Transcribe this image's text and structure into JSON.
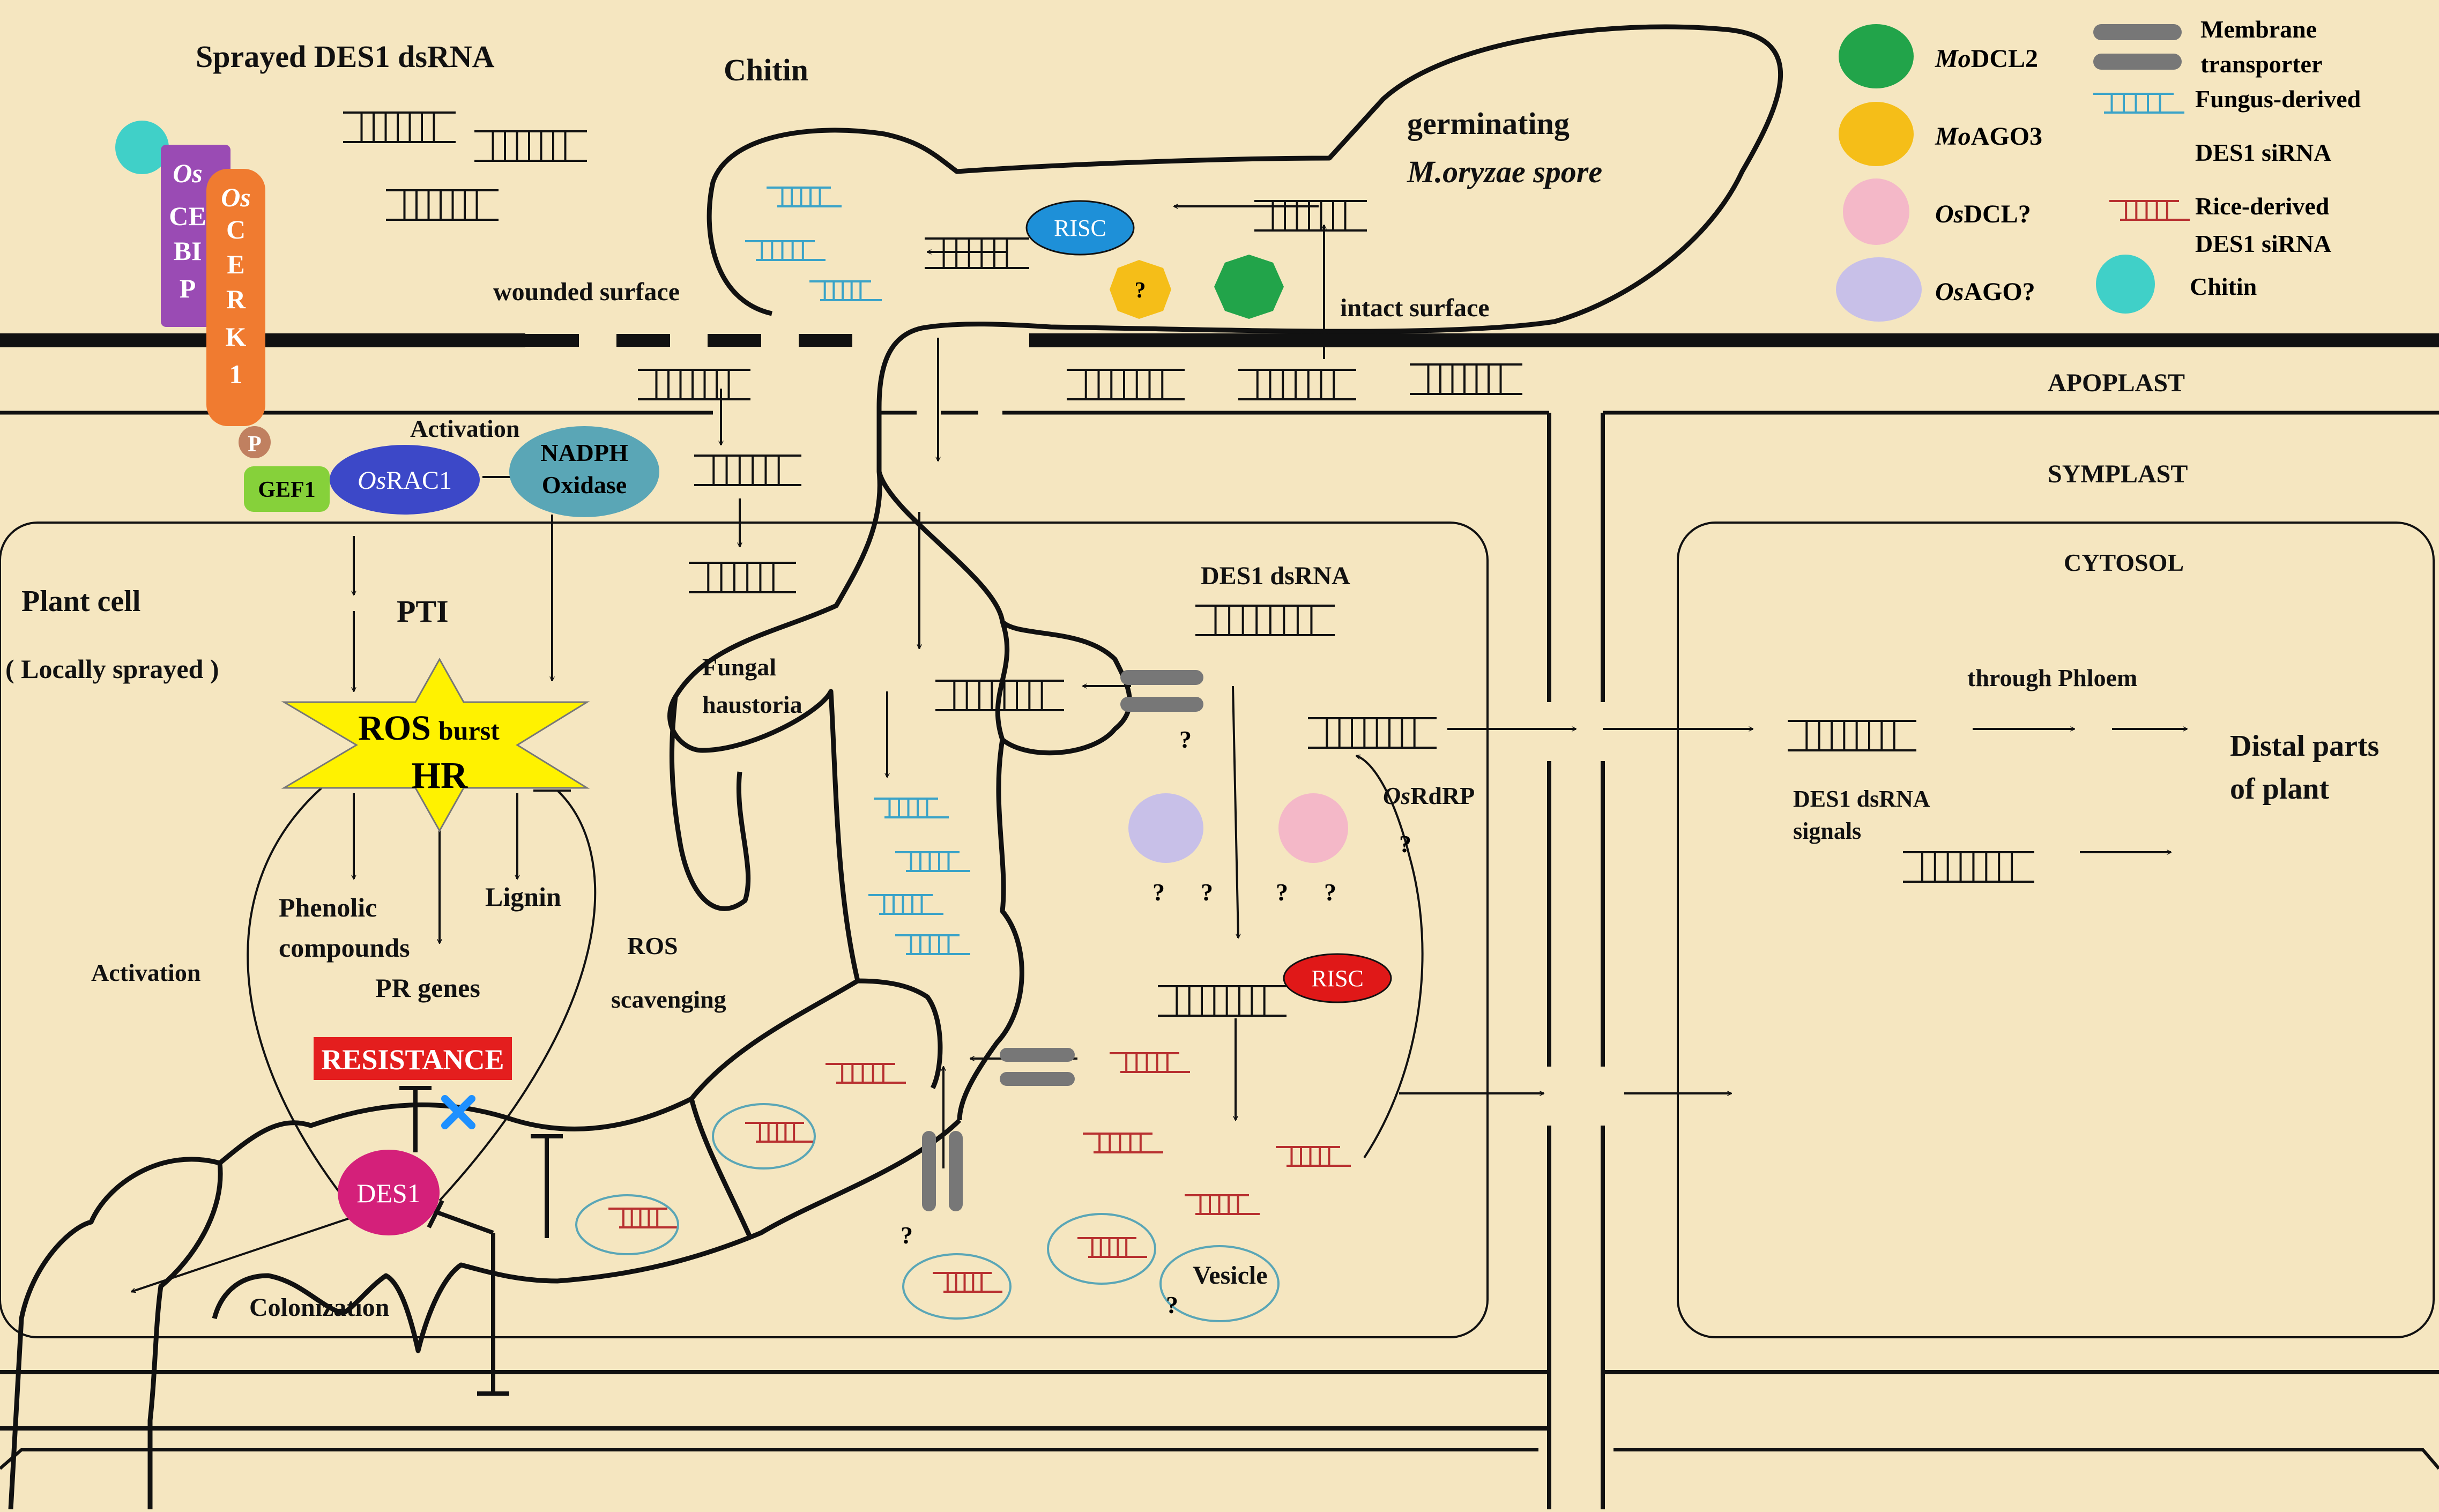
{
  "labels": {
    "sprayed": "Sprayed DES1 dsRNA",
    "chitin": "Chitin",
    "germinating": "germinating",
    "spore": "M.oryzae spore",
    "wounded": "wounded surface",
    "intact": "intact surface",
    "apoplast": "APOPLAST",
    "symplast": "SYMPLAST",
    "cytosol": "CYTOSOL",
    "plant_cell": "Plant cell",
    "locally": "( Locally sprayed )",
    "pti": "PTI",
    "ros_burst_1": "ROS",
    "ros_burst_2": "burst",
    "hr": "HR",
    "phenolic": "Phenolic",
    "compounds": "compounds",
    "pr_genes": "PR genes",
    "lignin": "Lignin",
    "activation_left": "Activation",
    "activation_top": "Activation",
    "ros_scav_1": "ROS",
    "ros_scav_2": "scavenging",
    "resistance": "RESISTANCE",
    "des1": "DES1",
    "colonization": "Colonization",
    "fungal_1": "Fungal",
    "fungal_2": "haustoria",
    "des1_dsrna": "DES1 dsRNA",
    "osrdrp_a": "Os",
    "osrdrp_b": "RdRP",
    "through_phloem": "through Phloem",
    "distal_1": "Distal parts",
    "distal_2": "of plant",
    "signals_1": "DES1 dsRNA",
    "signals_2": "signals",
    "vesicle": "Vesicle",
    "gef1": "GEF1",
    "osrac1_a": "Os",
    "osrac1_b": "RAC1",
    "nadph_1": "NADPH",
    "nadph_2": "Oxidase",
    "risc": "RISC",
    "p": "P",
    "q": "?"
  },
  "receptors": {
    "cebip_letters": [
      "Os",
      "CE",
      "BI",
      "P"
    ],
    "cerk1_letters": [
      "Os",
      "C",
      "E",
      "R",
      "K",
      "1"
    ]
  },
  "legend": {
    "items": [
      {
        "italic": "Mo",
        "text": "DCL2"
      },
      {
        "italic": "Mo",
        "text": "AGO3"
      },
      {
        "italic": "Os",
        "text": "DCL?"
      },
      {
        "italic": "Os",
        "text": "AGO?"
      }
    ],
    "membrane_1": "Membrane",
    "membrane_2": "transporter",
    "fungus_1": "Fungus-derived",
    "fungus_2": "DES1 siRNA",
    "rice_1": "Rice-derived",
    "rice_2": "DES1 siRNA",
    "chitin": "Chitin"
  },
  "colors": {
    "background": "#f5e6c0",
    "line": "#111111",
    "fungus_sirna": "#3aa3c8",
    "rice_sirna": "#b83030",
    "modcl2": "#22a44a",
    "moago3": "#f5be18",
    "osdcl": "#f4b8c8",
    "osago": "#c8c0e8",
    "chitin": "#40d0c8",
    "cebip": "#9a4bb4",
    "cerk1": "#f07b30",
    "gef1": "#86d13a",
    "osrac1": "#3c48c8",
    "nadph": "#5aa6b6",
    "risc_blue": "#1e90d8",
    "risc_red": "#e01818",
    "ros": "#fff200",
    "resistance": "#e41e1e",
    "des1": "#d4207a",
    "blockx": "#1e90ff"
  }
}
